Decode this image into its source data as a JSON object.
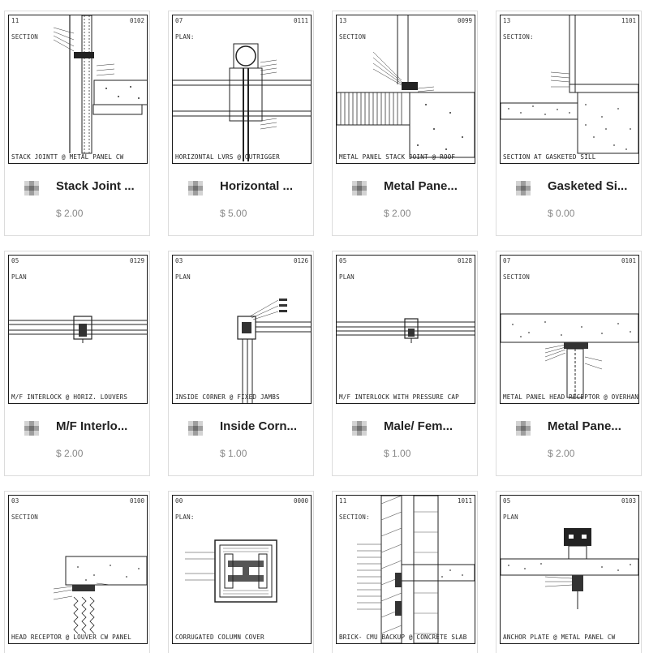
{
  "products": [
    {
      "num": "11",
      "code": "0102",
      "view": "SECTION",
      "caption": "STACK JOINTT @ METAL PANEL CW",
      "title": "Stack Joint ...",
      "price": "$ 2.00"
    },
    {
      "num": "07",
      "code": "0111",
      "view": "PLAN:",
      "caption": "HORIZONTAL LVRS @ OUTRIGGER",
      "title": "Horizontal ...",
      "price": "$ 5.00"
    },
    {
      "num": "13",
      "code": "0099",
      "view": "SECTION",
      "caption": "METAL PANEL STACK JOINT @ ROOF",
      "title": "Metal Pane...",
      "price": "$ 2.00"
    },
    {
      "num": "13",
      "code": "1101",
      "view": "SECTION:",
      "caption": "SECTION AT GASKETED SILL",
      "title": "Gasketed Si...",
      "price": "$ 0.00"
    },
    {
      "num": "05",
      "code": "0129",
      "view": "PLAN",
      "caption": "M/F INTERLOCK @ HORIZ. LOUVERS",
      "title": "M/F Interlo...",
      "price": "$ 2.00"
    },
    {
      "num": "03",
      "code": "0126",
      "view": "PLAN",
      "caption": "INSIDE CORNER @ FIXED JAMBS",
      "title": "Inside Corn...",
      "price": "$ 1.00"
    },
    {
      "num": "05",
      "code": "0128",
      "view": "PLAN",
      "caption": "M/F INTERLOCK WITH PRESSURE CAP",
      "title": "Male/ Fem...",
      "price": "$ 1.00"
    },
    {
      "num": "07",
      "code": "0101",
      "view": "SECTION",
      "caption": "METAL PANEL HEAD RECEPTOR @ OVERHANG",
      "title": "Metal Pane...",
      "price": "$ 2.00"
    },
    {
      "num": "03",
      "code": "0100",
      "view": "SECTION",
      "caption": "HEAD RECEPTOR @ LOUVER CW PANEL",
      "title": "",
      "price": ""
    },
    {
      "num": "00",
      "code": "0000",
      "view": "PLAN:",
      "caption": "CORRUGATED  COLUMN COVER",
      "title": "",
      "price": ""
    },
    {
      "num": "11",
      "code": "1011",
      "view": "SECTION:",
      "caption": "BRICK- CMU BACKUP @ CONCRETE  SLAB",
      "title": "",
      "price": ""
    },
    {
      "num": "05",
      "code": "0103",
      "view": "PLAN",
      "caption": "ANCHOR PLATE @ METAL PANEL CW",
      "title": "",
      "price": ""
    }
  ],
  "icon_colors": {
    "light": "#d3d3d3",
    "mid": "#9e9e9e",
    "dark": "#707070"
  }
}
